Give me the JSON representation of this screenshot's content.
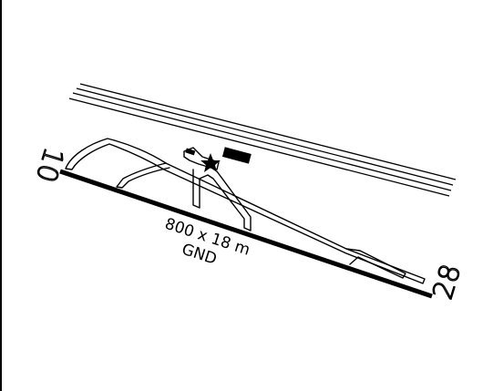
{
  "runway": {
    "end_west": "10",
    "end_east": "28",
    "dimensions": "800 x 18 m",
    "surface": "GND"
  },
  "symbols": {
    "airport_reference": "star-icon",
    "building": "building-icon"
  },
  "colors": {
    "ink": "#000000",
    "background": "#ffffff"
  }
}
